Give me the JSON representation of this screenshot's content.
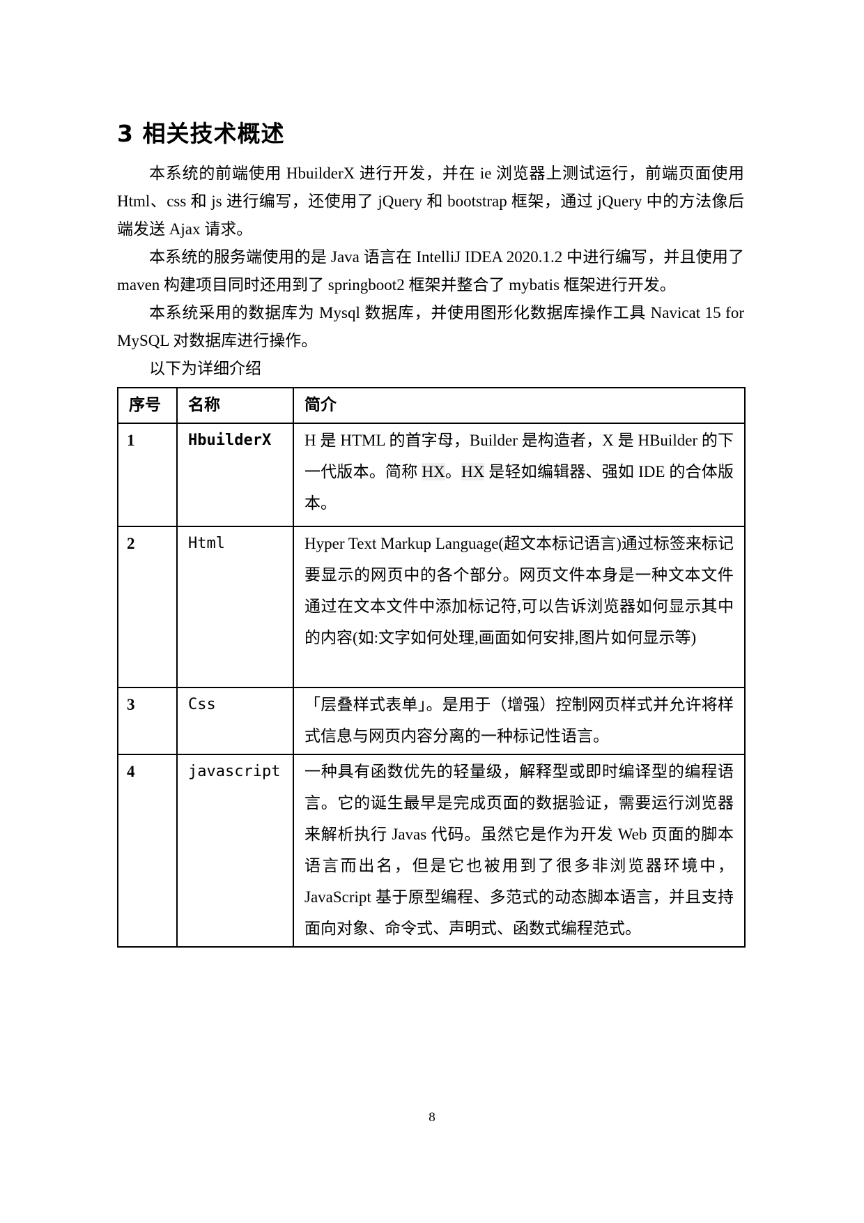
{
  "colors": {
    "background": "#ffffff",
    "text": "#000000",
    "table_border": "#000000",
    "highlight": "#ededed"
  },
  "heading": "3 相关技术概述",
  "paragraphs": [
    {
      "text": "本系统的前端使用 HbuilderX 进行开发，并在 ie 浏览器上测试运行，前端页面使用 Html、css 和 js 进行编写，还使用了 jQuery 和 bootstrap 框架，通过 jQuery 中的方法像后端发送 Ajax 请求。"
    },
    {
      "text": "本系统的服务端使用的是 Java 语言在 IntelliJ IDEA 2020.1.2 中进行编写，并且使用了 maven 构建项目同时还用到了 springboot2 框架并整合了 mybatis 框架进行开发。"
    },
    {
      "text": "本系统采用的数据库为 Mysql 数据库，并使用图形化数据库操作工具 Navicat 15 for MySQL 对数据库进行操作。"
    },
    {
      "text": "以下为详细介绍"
    }
  ],
  "table": {
    "headers": [
      "序号",
      "名称",
      "简介"
    ],
    "rows": [
      {
        "no": "1",
        "name": "HbuilderX",
        "desc": "H 是 HTML 的首字母，Builder 是构造者，X 是 HBuilder 的下一代版本。简称 HX。HX 是轻如编辑器、强如 IDE 的合体版本。",
        "highlight_term": "HX"
      },
      {
        "no": "2",
        "name": "Html",
        "desc": "Hyper Text Markup Language(超文本标记语言)通过标签来标记要显示的网页中的各个部分。网页文件本身是一种文本文件通过在文本文件中添加标记符,可以告诉浏览器如何显示其中的内容(如:文字如何处理,画面如何安排,图片如何显示等)"
      },
      {
        "no": "3",
        "name": "Css",
        "desc": "「层叠样式表单」。是用于（增强）控制网页样式并允许将样式信息与网页内容分离的一种标记性语言。"
      },
      {
        "no": "4",
        "name": "javascript",
        "desc": "一种具有函数优先的轻量级，解释型或即时编译型的编程语言。它的诞生最早是完成页面的数据验证，需要运行浏览器来解析执行 Javas 代码。虽然它是作为开发 Web 页面的脚本语言而出名，但是它也被用到了很多非浏览器环境中，JavaScript 基于原型编程、多范式的动态脚本语言，并且支持面向对象、命令式、声明式、函数式编程范式。"
      }
    ]
  },
  "page": {
    "number": "8"
  }
}
